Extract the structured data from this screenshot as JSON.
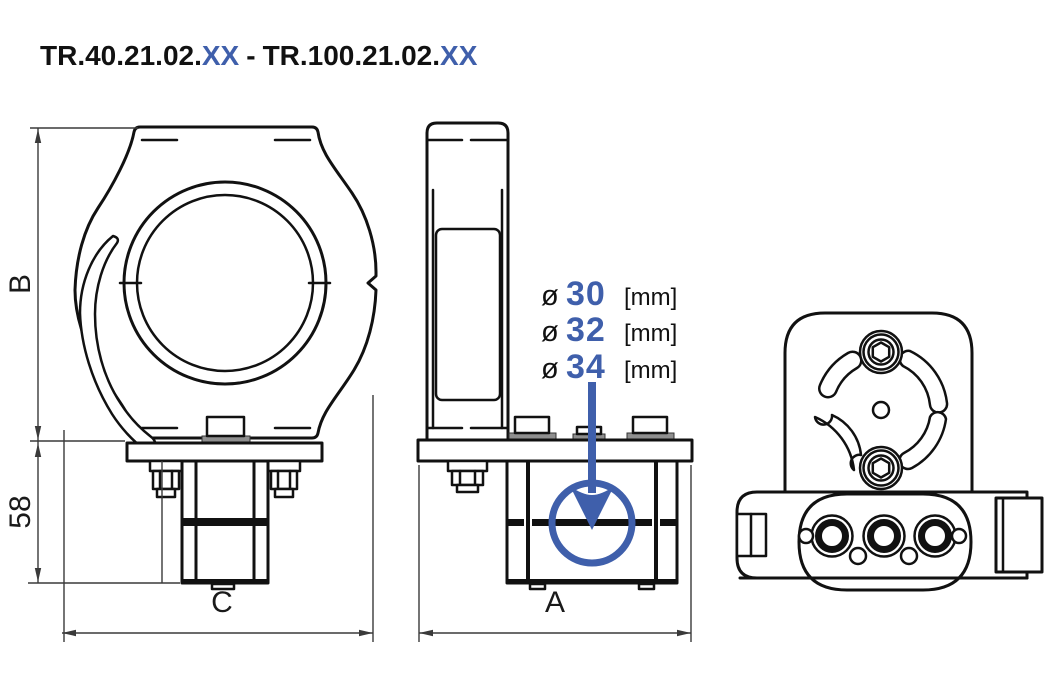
{
  "title": {
    "code_1_prefix": "TR.40.21.02.",
    "code_1_variable": "XX",
    "separator": "-",
    "code_2_prefix": "TR.100.21.02.",
    "code_2_variable": "XX"
  },
  "colors": {
    "accent_blue": "#3f5fab",
    "line_black": "#111111",
    "dimension_gray": "#3a3a3a",
    "hardware_gray": "#8f8f8f",
    "background": "#ffffff"
  },
  "dimensions": {
    "front_view_height_label": "B",
    "front_view_stem_height_label": "58",
    "front_view_width_label": "C",
    "side_view_width_label": "A"
  },
  "diameter_callouts": [
    {
      "symbol": "ø",
      "value": "30",
      "unit": "[mm]"
    },
    {
      "symbol": "ø",
      "value": "32",
      "unit": "[mm]"
    },
    {
      "symbol": "ø",
      "value": "34",
      "unit": "[mm]"
    }
  ]
}
